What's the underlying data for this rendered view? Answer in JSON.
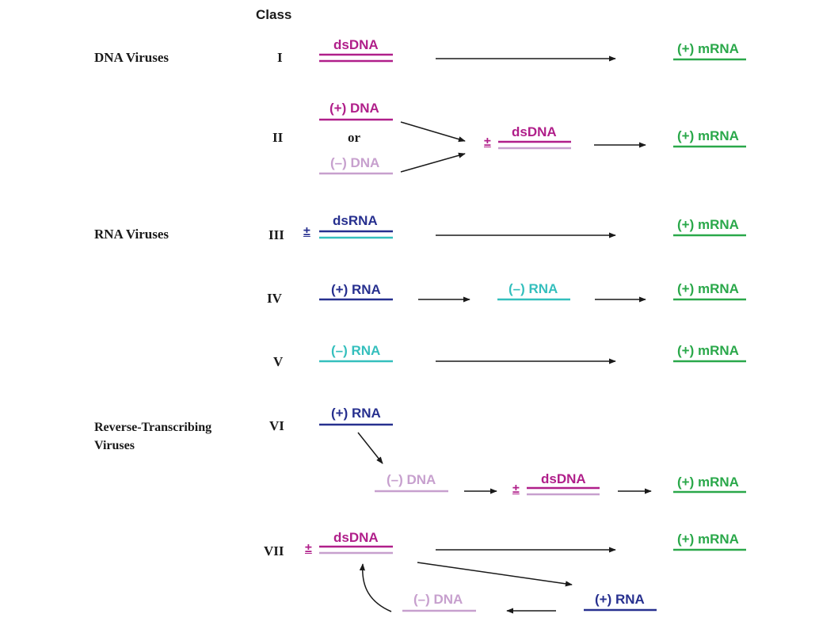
{
  "header": {
    "class_label": "Class"
  },
  "groups": {
    "dna": "DNA Viruses",
    "rna": "RNA Viruses",
    "rt": "Reverse-Transcribing\nViruses"
  },
  "numerals": [
    "I",
    "II",
    "III",
    "IV",
    "V",
    "VI",
    "VII"
  ],
  "labels": {
    "ds_dna": "dsDNA",
    "ds_rna": "dsRNA",
    "plus_dna": "(+) DNA",
    "minus_dna": "(–) DNA",
    "plus_rna": "(+) RNA",
    "minus_rna": "(–) RNA",
    "plus_mrna": "(+) mRNA",
    "or": "or",
    "pm": "±"
  },
  "colors": {
    "magenta": "#b01f8a",
    "pink": "#c7a0ce",
    "navy": "#27308f",
    "teal": "#34bfbd",
    "green": "#2aa84a",
    "arrow": "#1a1a1a"
  }
}
